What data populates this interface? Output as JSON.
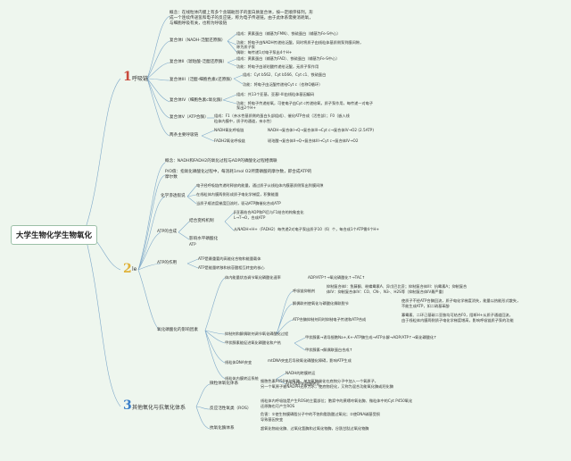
{
  "colors": {
    "branch1": "#c94a3c",
    "branch2": "#e0b23a",
    "branch3": "#3b7fc8",
    "line": "#7fa9c9",
    "background": "#eef6ee"
  },
  "root": "大学生物化学生物氧化",
  "branches": [
    {
      "num": "1",
      "title": "呼吸链"
    },
    {
      "num": "2",
      "title": "le"
    },
    {
      "num": "3",
      "title": "其他氧化与抗氧化体系"
    }
  ],
  "b1": {
    "intro1": "概念：在线粒体内膜上有多个含辅助因子的蛋白质复合体，按一定顺序排列，形",
    "intro2": "成一个连续传递氢和电子的反应链，称为电子传递链。由于此体系需要消耗氧，",
    "intro3": "与细胞呼吸有关，也称为呼吸链",
    "c1": {
      "label": "复合体I（NADH-泛醌还原酶）",
      "l1": "组成：黄素蛋白（辅基为FMN）、铁硫蛋白（辅基为Fe-S中心）",
      "l2": "功能：将电子由NADH传递给泛醌，同时将质子由线粒体基质侧泵到膜间隙，",
      "l3": "称为质子泵",
      "l4": "偶联：每传递1对电子泵出4个H+"
    },
    "c2": {
      "label": "复合体II（琥珀酸-泛醌还原酶）",
      "l1": "组成：黄素蛋白（辅基为FAD）、铁硫蛋白（辅基为Fe-S中心）",
      "l2": "功能：将电子由琥珀酸传递给泛醌，无质子泵作用"
    },
    "c3": {
      "label": "复合体III（泛醌-细胞色素c还原酶）",
      "l1": "组成：Cyt b562、Cyt b566、Cyt c1、铁硫蛋白",
      "l2": "功能：将电子由泛醌传递给Cyt c（也称Q循环）"
    },
    "c4": {
      "label": "复合体IV（细胞色素c氧化酶）",
      "l1": "组成：共13个亚基，亚基I-III由线粒体基因编码",
      "l2": "功能：将电子传递给氧，可使电子由Cyt c传递给氧，质子泵作用，每传递一对电子",
      "l3": "泵出2个H+"
    },
    "c5": {
      "label": "复合体V（ATP合酶）",
      "l1": "组成：F1（亲水性基质侧的蛋白头部组成）、催化ATP合成（活性部）；F0（嵌入线",
      "l2": "粒体内膜中，质子的通道，亲水性）"
    },
    "c6": {
      "label": "两条主要呼吸链",
      "l1": "NADH氧化呼吸链",
      "l2": "NADH→复合体I→Q→复合体III→Cyt c→复合体IV→O2 (2.5ATP)",
      "l3": "FADH2氧化呼吸链",
      "l4": "琥珀酸→复合体II→Q→复合体III→Cyt c→复合体IV→O2"
    }
  },
  "b2": {
    "intro1": "概念：NADH和FADH2的氧化过程与ADP的磷酸化过程相偶联",
    "intro2": "P/O值：指氧化磷酸化过程中，每消耗1mol O2所需磷酸的摩尔数，即合成ATP的",
    "intro3": "摩尔数",
    "m1": {
      "label": "化学渗透假说",
      "l1": "电子经呼吸链传递时释放的能量，通过质子从线粒体内膜基质侧泵出到膜间隙",
      "l2": "在线粒体内膜两侧形成质子电化学梯度，积聚能量",
      "l3": "当质子顺浓度梯度回流时，驱动ATP酶催化合成ATP"
    },
    "m2": {
      "label": "ATP的合成",
      "s1": "结合变构机制",
      "s1a": "β亚基结合ADP和Pi后与F1结合的构象变化",
      "s1b": "L→T→O，合成ATP",
      "s1c": "从NADH+H+（FADH2）每传递2对电子泵出质子10（6）个，每合成1个ATP需4个H+",
      "s2": "影响水平磷酸化",
      "s2a": "ATP"
    },
    "m3": {
      "label": "ATP的作用",
      "l1": "ATP是最重要的高能化合物和能量载体",
      "l2": "ATP是能量转移和核苷酸相互转变的核心"
    },
    "m4": {
      "label": "氧化磷酸化的影响因素",
      "g1": "体内能量状态调节氧化磷酸化速率",
      "g1a": "ADP/ATP↑→氧化磷酸化↑→TAC↑",
      "g2": "抑制剂和解偶联剂调节氧化磷酸化过程",
      "g2a": "呼吸链抑制剂",
      "g2a1": "抑制复合体I：鱼藤酮、粉蝶霉素A、异戊巴比妥；抑制复合体III：抗霉素A；抑制复合",
      "g2a2": "体IV：抑制复合体IV：CO、CN-、N3-、H2S等（抑制复合体IV最严重）",
      "g2b": "解偶联剂使氧化与磷酸化偶联脱节",
      "g2b1": "使质子不经ATP合酶回流，质子电化学梯度消失，能量以热能形式散失，",
      "g2b2": "不能生成ATP，如二硝基苯酚",
      "g2c": "ATP合酶抑制剂同时抑制电子传递和ATP合成",
      "g2c1": "寡霉素、二环己基碳二亚胺均可结合F0，阻断H+从质子通道回流，",
      "g2c2": "由于线粒体内膜两侧质子电化学梯度增高，影响呼吸链质子泵的功能",
      "g3": "甲状腺素能促进氧化磷酸化和产热",
      "g3a": "甲状腺素→诱导细胞Na+,K+-ATP酶生成→ATP水解→ADP/ATP↑→氧化磷酸化↑",
      "g3b": "甲状腺素→解偶联蛋白合成↑",
      "g4": "线粒体DNA突变",
      "g4a": "mtDNA突变后导致氧化磷酸化障碍，影响ATP生成",
      "g5": "线粒体内膜转运系统",
      "g5a": "NADH的跨膜转运",
      "g5b": "ATP-ADP的跨膜转运"
    }
  },
  "b3": {
    "n1": {
      "label": "微粒体氧化体系",
      "l1": "细胞色素P450单加氧酶，单加氧酶催化在底物分子中加入一个氧原子，",
      "l2": "另一个氧原子被NADPH还原为水，使底物羟化，又称为混合功能氧化酶或羟化酶"
    },
    "n2": {
      "label": "反应活性氧类（ROS）",
      "l1": "线粒体内呼吸链是产生ROS的主要部位；胞浆中的黄嘌呤氧化酶、微粒体中的Cyt P450氧化",
      "l2": "还原酶也可产生ROS",
      "l3": "危害：①使生物膜磷脂分子中的不饱和脂肪酸过氧化；②使DNA碱基受损",
      "l4": "导致基因突变"
    },
    "n3": {
      "label": "抗氧化酶体系",
      "l1": "超氧化物歧化酶、过氧化氢酶和过氧化物酶，谷胱甘肽过氧化物酶"
    }
  }
}
